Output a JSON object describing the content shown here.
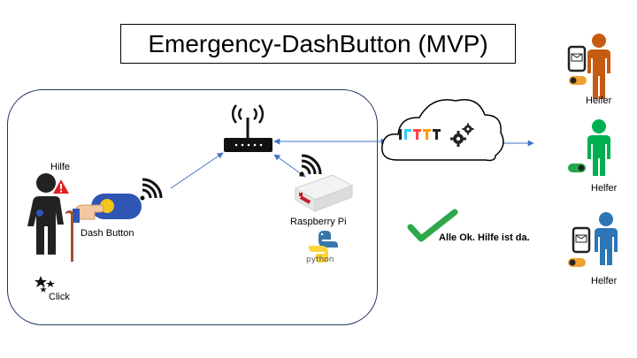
{
  "title": "Emergency-DashButton (MVP)",
  "labels": {
    "hilfe": "Hilfe",
    "dash_button": "Dash Button",
    "click": "Click",
    "raspberry_pi": "Raspberry Pi",
    "python": "python",
    "ifttt": "IFTTT",
    "status": "Alle Ok. Hilfe ist da."
  },
  "helpers": [
    {
      "label": "Helfer",
      "color": "#c55a11",
      "has_phone": true,
      "toggle": "off"
    },
    {
      "label": "Helfer",
      "color": "#00b050",
      "has_phone": false,
      "toggle": "on"
    },
    {
      "label": "Helfer",
      "color": "#2e75b6",
      "has_phone": true,
      "toggle": "off"
    }
  ],
  "colors": {
    "arrow": "#4472c4",
    "warning": "#e02020",
    "dash_button": "#2f55b5",
    "dash_button_dot": "#f5c518",
    "check": "#2ea84a",
    "toggle_on": "#22a84a",
    "toggle_off": "#f0a030"
  }
}
